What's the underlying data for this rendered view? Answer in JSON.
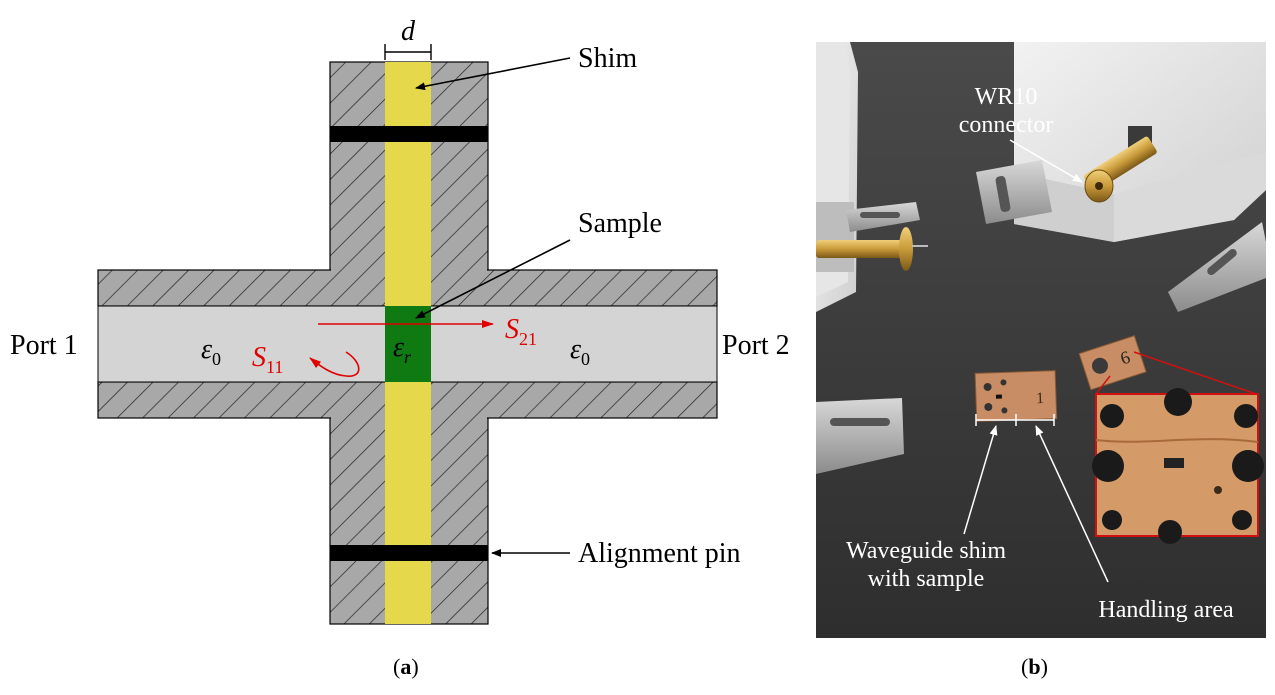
{
  "panel_a": {
    "caption_open": "(",
    "caption_letter": "a",
    "caption_close": ")",
    "width_symbol": "d",
    "shim_label": "Shim",
    "sample_label": "Sample",
    "alignment_pin_label": "Alignment pin",
    "port1_label": "Port 1",
    "port2_label": "Port 2",
    "eps0_left": {
      "base": "ε",
      "sub": "0"
    },
    "eps0_right": {
      "base": "ε",
      "sub": "0"
    },
    "eps_r": {
      "base": "ε",
      "sub": "r"
    },
    "s11": {
      "base": "S",
      "sub": "11"
    },
    "s21": {
      "base": "S",
      "sub": "21"
    },
    "colors": {
      "metal": "#a8a8a8",
      "hatch": "#222222",
      "channel": "#d4d4d4",
      "shim": "#e6d84b",
      "sample": "#0f7a12",
      "pin": "#000000",
      "s_param": "#e00000"
    }
  },
  "panel_b": {
    "caption_open": "(",
    "caption_letter": "b",
    "caption_close": ")",
    "connector_label_line1": "WR10",
    "connector_label_line2": "connector",
    "shim_label_line1": "Waveguide shim",
    "shim_label_line2": "with sample",
    "handling_label": "Handling area",
    "shim_number_1": "1",
    "shim_number_2": "6",
    "colors": {
      "background": "#3a3a3a",
      "brass": "#c99a3a",
      "copper": "#c88d64",
      "inset_border": "#d01010"
    }
  }
}
